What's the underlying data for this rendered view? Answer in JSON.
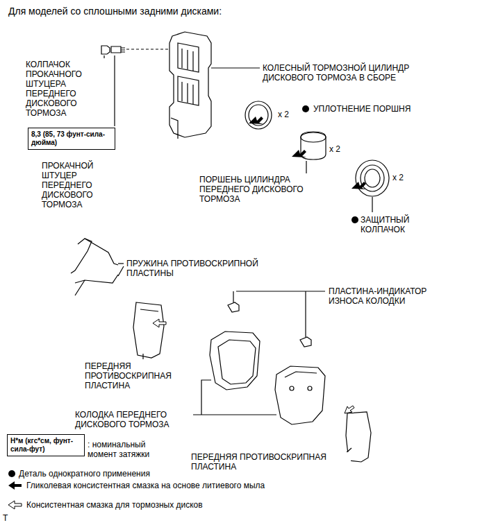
{
  "diagram": {
    "title": "Для моделей со сплошными задними дисками:",
    "nodes": [
      {
        "text": [
          "8,3 (85, 73 фунт-сила-дюйма)"
        ]
      },
      {
        "text": [
          "Н*м (кгс*см, фунт-сила-фут)"
        ]
      }
    ],
    "labels": [
      "КОЛПАЧОК ПРОКАЧНОГО ШТУЦЕРА ПЕРЕДНЕГО ДИСКОВОГО ТОРМОЗА",
      "ПРОКАЧНОЙ ШТУЦЕР ПЕРЕДНЕГО ДИСКОВОГО ТОРМОЗА",
      "КОЛЕСНЫЙ ТОРМОЗНОЙ ЦИЛИНДР ДИСКОВОГО ТОРМОЗА В СБОРЕ",
      "x 2",
      "УПЛОТНЕНИЕ ПОРШНЯ",
      "x 2",
      "ПОРШЕНЬ ЦИЛИНДРА ПЕРЕДНЕГО ДИСКОВОГО ТОРМОЗА",
      "x 2",
      "ЗАЩИТНЫЙ КОЛПАЧОК",
      "ПРУЖИНА ПРОТИВОСКРИПНОЙ ПЛАСТИНЫ",
      "ПЛАСТИНА-ИНДИКАТОР ИЗНОСА КОЛОДКИ",
      "ПЕРЕДНЯЯ ПРОТИВОСКРИПНАЯ ПЛАСТИНА",
      "КОЛОДКА ПЕРЕДНЕГО ДИСКОВОГО ТОРМОЗА",
      "ПЕРЕДНЯЯ ПРОТИВОСКРИПНАЯ ПЛАСТИНА",
      "T"
    ],
    "legend": [
      {
        "text": ": номинальный момент затяжки"
      },
      {
        "text": "Деталь однократного применения"
      },
      {
        "text": "Гликолевая консистентная смазка на основе литиевого мыла"
      },
      {
        "text": "Консистентная смазка для тормозных дисков"
      }
    ]
  }
}
